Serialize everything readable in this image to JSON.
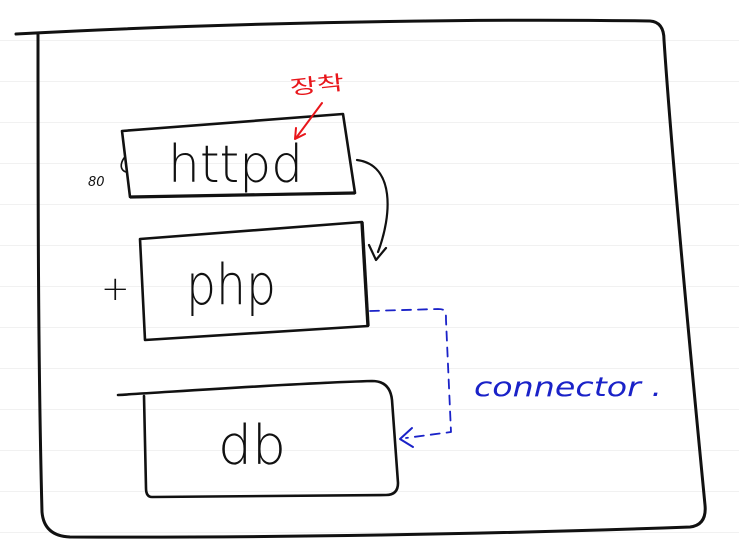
{
  "diagram": {
    "boxes": {
      "httpd": "httpd",
      "php": "php",
      "db": "db"
    },
    "annotations": {
      "port": "80",
      "plus": "+",
      "korean_note": "장착",
      "connector": "connector ."
    },
    "colors": {
      "ink": "#111111",
      "note": "#e8161b",
      "connector": "#1a22c8"
    }
  }
}
